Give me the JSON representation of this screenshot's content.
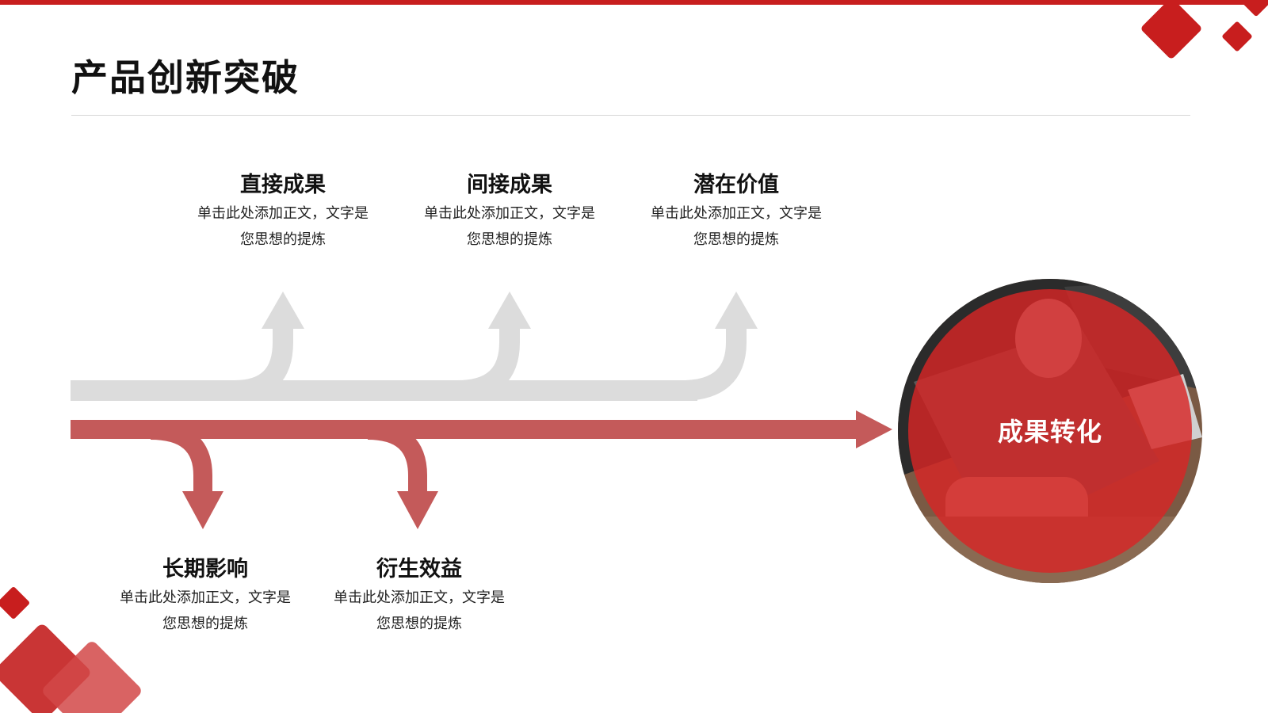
{
  "slide": {
    "title": "产品创新突破"
  },
  "diagram": {
    "upper_items": [
      {
        "title": "直接成果",
        "desc_line1": "单击此处添加正文，文字是",
        "desc_line2": "您思想的提炼"
      },
      {
        "title": "间接成果",
        "desc_line1": "单击此处添加正文，文字是",
        "desc_line2": "您思想的提炼"
      },
      {
        "title": "潜在价值",
        "desc_line1": "单击此处添加正文，文字是",
        "desc_line2": "您思想的提炼"
      }
    ],
    "lower_items": [
      {
        "title": "长期影响",
        "desc_line1": "单击此处添加正文，文字是",
        "desc_line2": "您思想的提炼"
      },
      {
        "title": "衍生效益",
        "desc_line1": "单击此处添加正文，文字是",
        "desc_line2": "您思想的提炼"
      }
    ],
    "target": {
      "label": "成果转化"
    }
  },
  "colors": {
    "accent": "#c81e1e",
    "main_arrow": "#c45a5a",
    "branch_arrow_gray": "#dcdcdc",
    "overlay_red": "#d72626"
  }
}
